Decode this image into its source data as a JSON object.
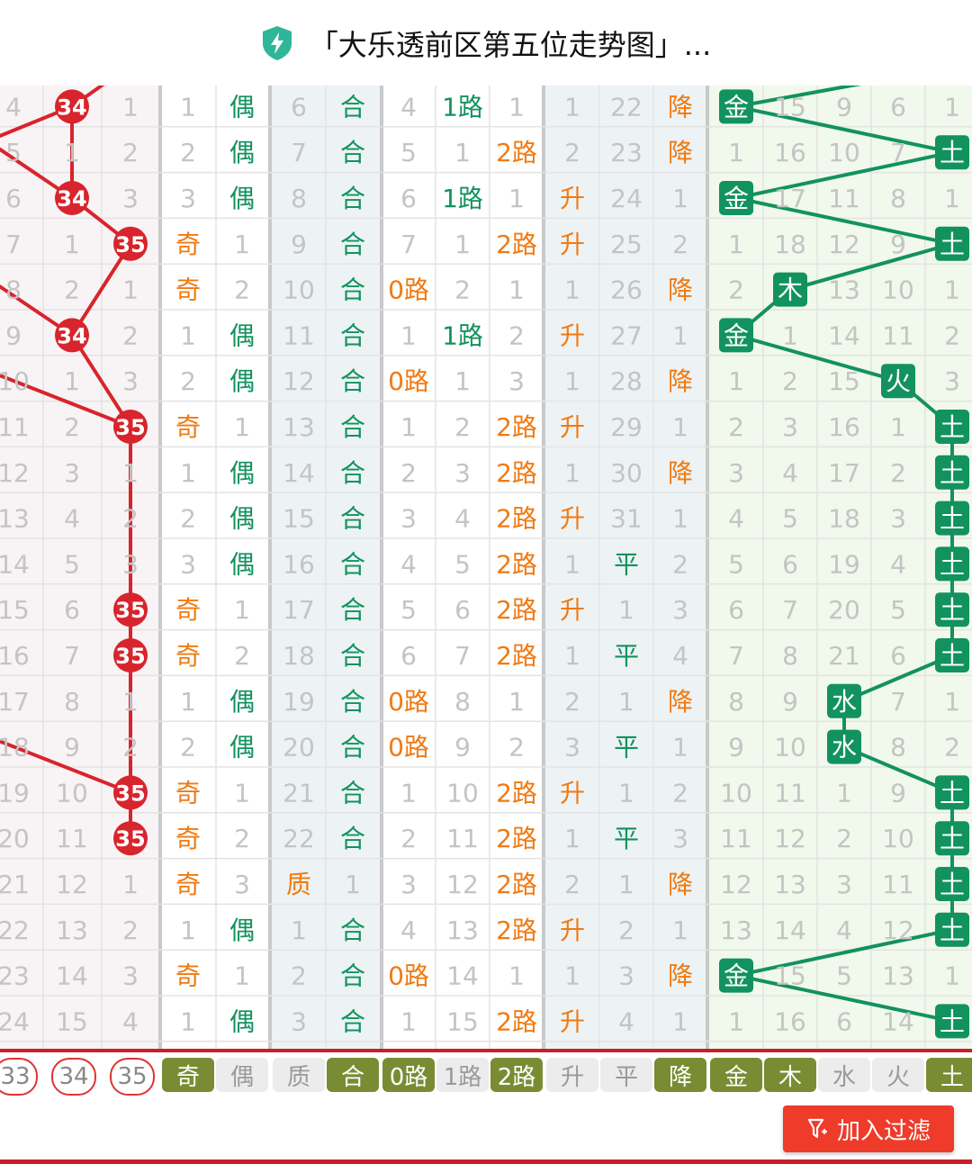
{
  "header": {
    "title": "「大乐透前区第五位走势图」...",
    "icon": "shield-bolt-icon",
    "accent": "#2fb598"
  },
  "colors": {
    "red": "#d8242c",
    "green": "#12925e",
    "orange": "#f07a12",
    "olive": "#7a8c33",
    "gray": "#c4c4c4"
  },
  "rows": [
    {
      "a": 4,
      "b": "34",
      "c": 1,
      "d": 1,
      "e": "偶",
      "f": 6,
      "g": "合",
      "h": 4,
      "i": "1路",
      "j": 1,
      "k": 1,
      "l": 22,
      "m": "降",
      "n": "金",
      "o": 15,
      "p": 9,
      "q": 6,
      "r": 1
    },
    {
      "a": 5,
      "b": 1,
      "c": 2,
      "d": 2,
      "e": "偶",
      "f": 7,
      "g": "合",
      "h": 5,
      "i": 1,
      "j": "2路",
      "k": 2,
      "l": 23,
      "m": "降",
      "n": 1,
      "o": 16,
      "p": 10,
      "q": 7,
      "r": "土"
    },
    {
      "a": 6,
      "b": "34",
      "c": 3,
      "d": 3,
      "e": "偶",
      "f": 8,
      "g": "合",
      "h": 6,
      "i": "1路",
      "j": 1,
      "k": "升",
      "l": 24,
      "m": 1,
      "n": "金",
      "o": 17,
      "p": 11,
      "q": 8,
      "r": 1
    },
    {
      "a": 7,
      "b": 1,
      "c": "35",
      "d": "奇",
      "e": 1,
      "f": 9,
      "g": "合",
      "h": 7,
      "i": 1,
      "j": "2路",
      "k": "升",
      "l": 25,
      "m": 2,
      "n": 1,
      "o": 18,
      "p": 12,
      "q": 9,
      "r": "土"
    },
    {
      "a": 8,
      "b": 2,
      "c": 1,
      "d": "奇",
      "e": 2,
      "f": 10,
      "g": "合",
      "h": "0路",
      "i": 2,
      "j": 1,
      "k": 1,
      "l": 26,
      "m": "降",
      "n": 2,
      "o": "木",
      "p": 13,
      "q": 10,
      "r": 1
    },
    {
      "a": 9,
      "b": "34",
      "c": 2,
      "d": 1,
      "e": "偶",
      "f": 11,
      "g": "合",
      "h": 1,
      "i": "1路",
      "j": 2,
      "k": "升",
      "l": 27,
      "m": 1,
      "n": "金",
      "o": 1,
      "p": 14,
      "q": 11,
      "r": 2
    },
    {
      "a": 10,
      "b": 1,
      "c": 3,
      "d": 2,
      "e": "偶",
      "f": 12,
      "g": "合",
      "h": "0路",
      "i": 1,
      "j": 3,
      "k": 1,
      "l": 28,
      "m": "降",
      "n": 1,
      "o": 2,
      "p": 15,
      "q": "火",
      "r": 3
    },
    {
      "a": 11,
      "b": 2,
      "c": "35",
      "d": "奇",
      "e": 1,
      "f": 13,
      "g": "合",
      "h": 1,
      "i": 2,
      "j": "2路",
      "k": "升",
      "l": 29,
      "m": 1,
      "n": 2,
      "o": 3,
      "p": 16,
      "q": 1,
      "r": "土"
    },
    {
      "a": 12,
      "b": 3,
      "c": 1,
      "d": 1,
      "e": "偶",
      "f": 14,
      "g": "合",
      "h": 2,
      "i": 3,
      "j": "2路",
      "k": 1,
      "l": 30,
      "m": "降",
      "n": 3,
      "o": 4,
      "p": 17,
      "q": 2,
      "r": "土"
    },
    {
      "a": 13,
      "b": 4,
      "c": 2,
      "d": 2,
      "e": "偶",
      "f": 15,
      "g": "合",
      "h": 3,
      "i": 4,
      "j": "2路",
      "k": "升",
      "l": 31,
      "m": 1,
      "n": 4,
      "o": 5,
      "p": 18,
      "q": 3,
      "r": "土"
    },
    {
      "a": 14,
      "b": 5,
      "c": 3,
      "d": 3,
      "e": "偶",
      "f": 16,
      "g": "合",
      "h": 4,
      "i": 5,
      "j": "2路",
      "k": 1,
      "l": "平",
      "m": 2,
      "n": 5,
      "o": 6,
      "p": 19,
      "q": 4,
      "r": "土"
    },
    {
      "a": 15,
      "b": 6,
      "c": "35",
      "d": "奇",
      "e": 1,
      "f": 17,
      "g": "合",
      "h": 5,
      "i": 6,
      "j": "2路",
      "k": "升",
      "l": 1,
      "m": 3,
      "n": 6,
      "o": 7,
      "p": 20,
      "q": 5,
      "r": "土"
    },
    {
      "a": 16,
      "b": 7,
      "c": "35",
      "d": "奇",
      "e": 2,
      "f": 18,
      "g": "合",
      "h": 6,
      "i": 7,
      "j": "2路",
      "k": 1,
      "l": "平",
      "m": 4,
      "n": 7,
      "o": 8,
      "p": 21,
      "q": 6,
      "r": "土"
    },
    {
      "a": 17,
      "b": 8,
      "c": 1,
      "d": 1,
      "e": "偶",
      "f": 19,
      "g": "合",
      "h": "0路",
      "i": 8,
      "j": 1,
      "k": 2,
      "l": 1,
      "m": "降",
      "n": 8,
      "o": 9,
      "p": "水",
      "q": 7,
      "r": 1
    },
    {
      "a": 18,
      "b": 9,
      "c": 2,
      "d": 2,
      "e": "偶",
      "f": 20,
      "g": "合",
      "h": "0路",
      "i": 9,
      "j": 2,
      "k": 3,
      "l": "平",
      "m": 1,
      "n": 9,
      "o": 10,
      "p": "水",
      "q": 8,
      "r": 2
    },
    {
      "a": 19,
      "b": 10,
      "c": "35",
      "d": "奇",
      "e": 1,
      "f": 21,
      "g": "合",
      "h": 1,
      "i": 10,
      "j": "2路",
      "k": "升",
      "l": 1,
      "m": 2,
      "n": 10,
      "o": 11,
      "p": 1,
      "q": 9,
      "r": "土"
    },
    {
      "a": 20,
      "b": 11,
      "c": "35",
      "d": "奇",
      "e": 2,
      "f": 22,
      "g": "合",
      "h": 2,
      "i": 11,
      "j": "2路",
      "k": 1,
      "l": "平",
      "m": 3,
      "n": 11,
      "o": 12,
      "p": 2,
      "q": 10,
      "r": "土"
    },
    {
      "a": 21,
      "b": 12,
      "c": 1,
      "d": "奇",
      "e": 3,
      "f": "质",
      "g": 1,
      "h": 3,
      "i": 12,
      "j": "2路",
      "k": 2,
      "l": 1,
      "m": "降",
      "n": 12,
      "o": 13,
      "p": 3,
      "q": 11,
      "r": "土"
    },
    {
      "a": 22,
      "b": 13,
      "c": 2,
      "d": 1,
      "e": "偶",
      "f": 1,
      "g": "合",
      "h": 4,
      "i": 13,
      "j": "2路",
      "k": "升",
      "l": 2,
      "m": 1,
      "n": 13,
      "o": 14,
      "p": 4,
      "q": 12,
      "r": "土"
    },
    {
      "a": 23,
      "b": 14,
      "c": 3,
      "d": "奇",
      "e": 1,
      "f": 2,
      "g": "合",
      "h": "0路",
      "i": 14,
      "j": 1,
      "k": 1,
      "l": 3,
      "m": "降",
      "n": "金",
      "o": 15,
      "p": 5,
      "q": 13,
      "r": 1
    },
    {
      "a": 24,
      "b": 15,
      "c": 4,
      "d": 1,
      "e": "偶",
      "f": 3,
      "g": "合",
      "h": 1,
      "i": 15,
      "j": "2路",
      "k": "升",
      "l": 4,
      "m": 1,
      "n": 1,
      "o": 16,
      "p": 6,
      "q": 14,
      "r": "土"
    }
  ],
  "footer": {
    "chips": [
      {
        "label": "33",
        "style": "circle"
      },
      {
        "label": "34",
        "style": "circle"
      },
      {
        "label": "35",
        "style": "circle"
      },
      {
        "label": "奇",
        "style": "on"
      },
      {
        "label": "偶",
        "style": "off"
      },
      {
        "label": "质",
        "style": "off"
      },
      {
        "label": "合",
        "style": "on"
      },
      {
        "label": "0路",
        "style": "on"
      },
      {
        "label": "1路",
        "style": "off"
      },
      {
        "label": "2路",
        "style": "on"
      },
      {
        "label": "升",
        "style": "off"
      },
      {
        "label": "平",
        "style": "off"
      },
      {
        "label": "降",
        "style": "on"
      },
      {
        "label": "金",
        "style": "on"
      },
      {
        "label": "木",
        "style": "on"
      },
      {
        "label": "水",
        "style": "off"
      },
      {
        "label": "火",
        "style": "off"
      },
      {
        "label": "土",
        "style": "on"
      }
    ]
  },
  "bottom": {
    "filter_label": "加入过滤",
    "filter_icon": "filter-add-icon"
  }
}
